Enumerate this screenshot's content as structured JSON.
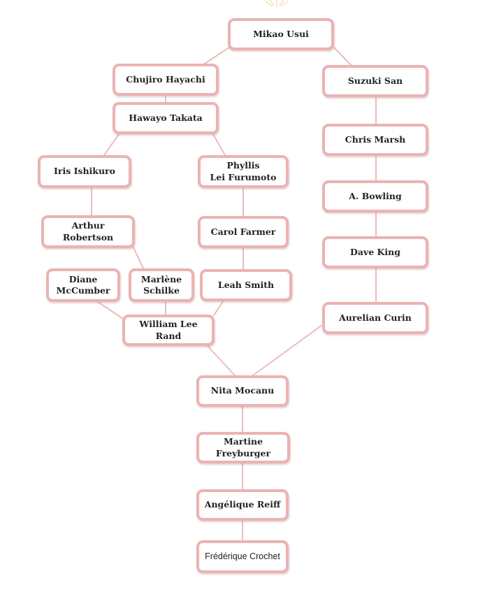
{
  "nodes": {
    "mikao_usui": "Mikao Usui",
    "chujiro_hayachi": "Chujiro Hayachi",
    "suzuki_san": "Suzuki San",
    "hawayo_takata": "Hawayo Takata",
    "chris_marsh": "Chris Marsh",
    "iris_ishikuro": "Iris Ishikuro",
    "phyllis_line1": "Phyllis",
    "phyllis_line2": "Lei Furumoto",
    "a_bowling": "A. Bowling",
    "arthur_robertson": "Arthur Robertson",
    "carol_farmer": "Carol Farmer",
    "dave_king": "Dave King",
    "diane_line1": "Diane",
    "diane_line2": "McCumber",
    "marlene_line1": "Marlène",
    "marlene_line2": "Schilke",
    "leah_smith": "Leah Smith",
    "aurelian_curin": "Aurelian Curin",
    "william_lee_rand": "William Lee Rand",
    "nita_mocanu": "Nita Mocanu",
    "martine_freyburger": "Martine Freyburger",
    "angelique_reiff": "Angélique Reiff",
    "frederique_crochet": "Frédérique Crochet"
  },
  "colors": {
    "node_border": "#ebb3b3",
    "connector": "#ecbcbc",
    "text": "#222222"
  }
}
